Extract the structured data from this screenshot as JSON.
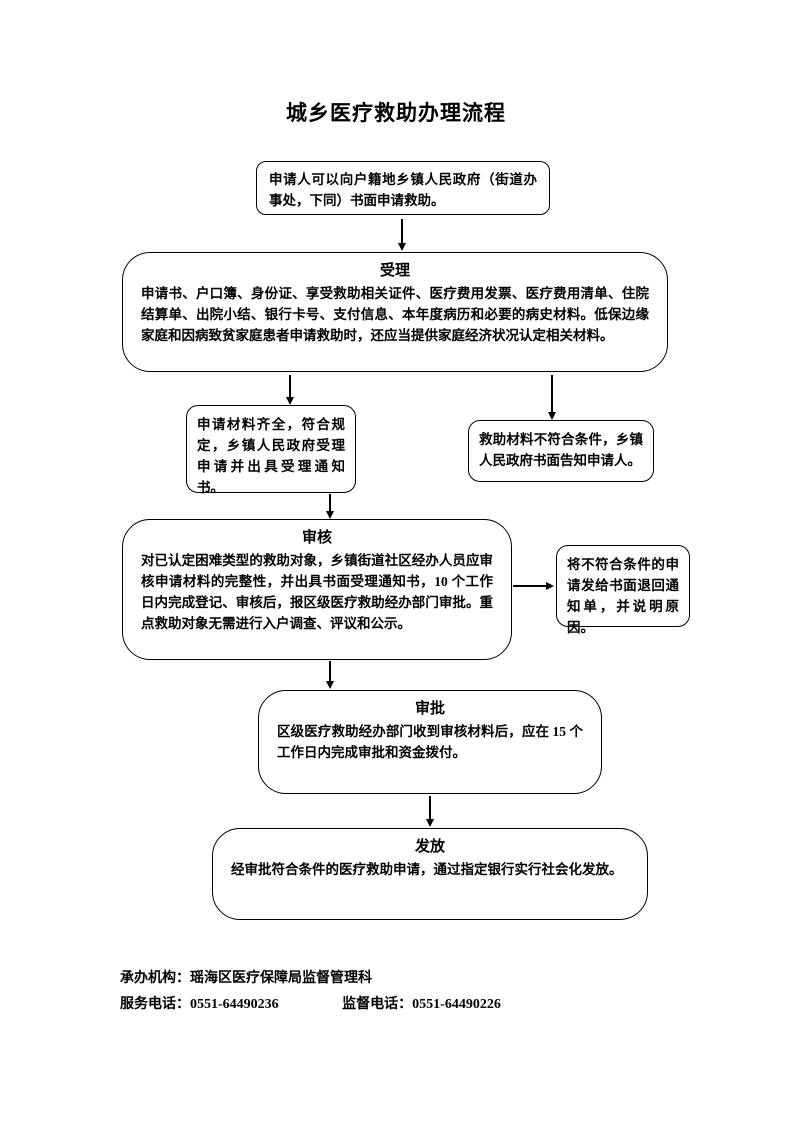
{
  "page": {
    "title": "城乡医疗救助办理流程"
  },
  "flowchart": {
    "apply": {
      "text": "申请人可以向户籍地乡镇人民政府（街道办事处，下同）书面申请救助。"
    },
    "accept": {
      "title": "受理",
      "text": "申请书、户口簿、身份证、享受救助相关证件、医疗费用发票、医疗费用清单、住院结算单、出院小结、银行卡号、支付信息、本年度病历和必要的病史材料。低保边缘家庭和因病致贫家庭患者申请救助时，还应当提供家庭经济状况认定相关材料。"
    },
    "accepted": {
      "text": "申请材料齐全，符合规定，乡镇人民政府受理申请并出具受理通知书。"
    },
    "rejected": {
      "text": "救助材料不符合条件，乡镇人民政府书面告知申请人。"
    },
    "review": {
      "title": "审核",
      "text": "对已认定困难类型的救助对象，乡镇街道社区经办人员应审核申请材料的完整性，并出具书面受理通知书，10 个工作日内完成登记、审核后，报区级医疗救助经办部门审批。重点救助对象无需进行入户调查、评议和公示。"
    },
    "returned": {
      "text": "将不符合条件的申请发给书面退回通知单，并说明原因。"
    },
    "approval": {
      "title": "审批",
      "text": "区级医疗救助经办部门收到审核材料后，应在 15 个工作日内完成审批和资金拨付。"
    },
    "disburse": {
      "title": "发放",
      "text": "经审批符合条件的医疗救助申请，通过指定银行实行社会化发放。"
    }
  },
  "footer": {
    "agency": "承办机构：瑶海区医疗保障局监督管理科",
    "service_phone": "服务电话：0551-64490236",
    "supervision_phone": "监督电话：0551-64490226"
  }
}
